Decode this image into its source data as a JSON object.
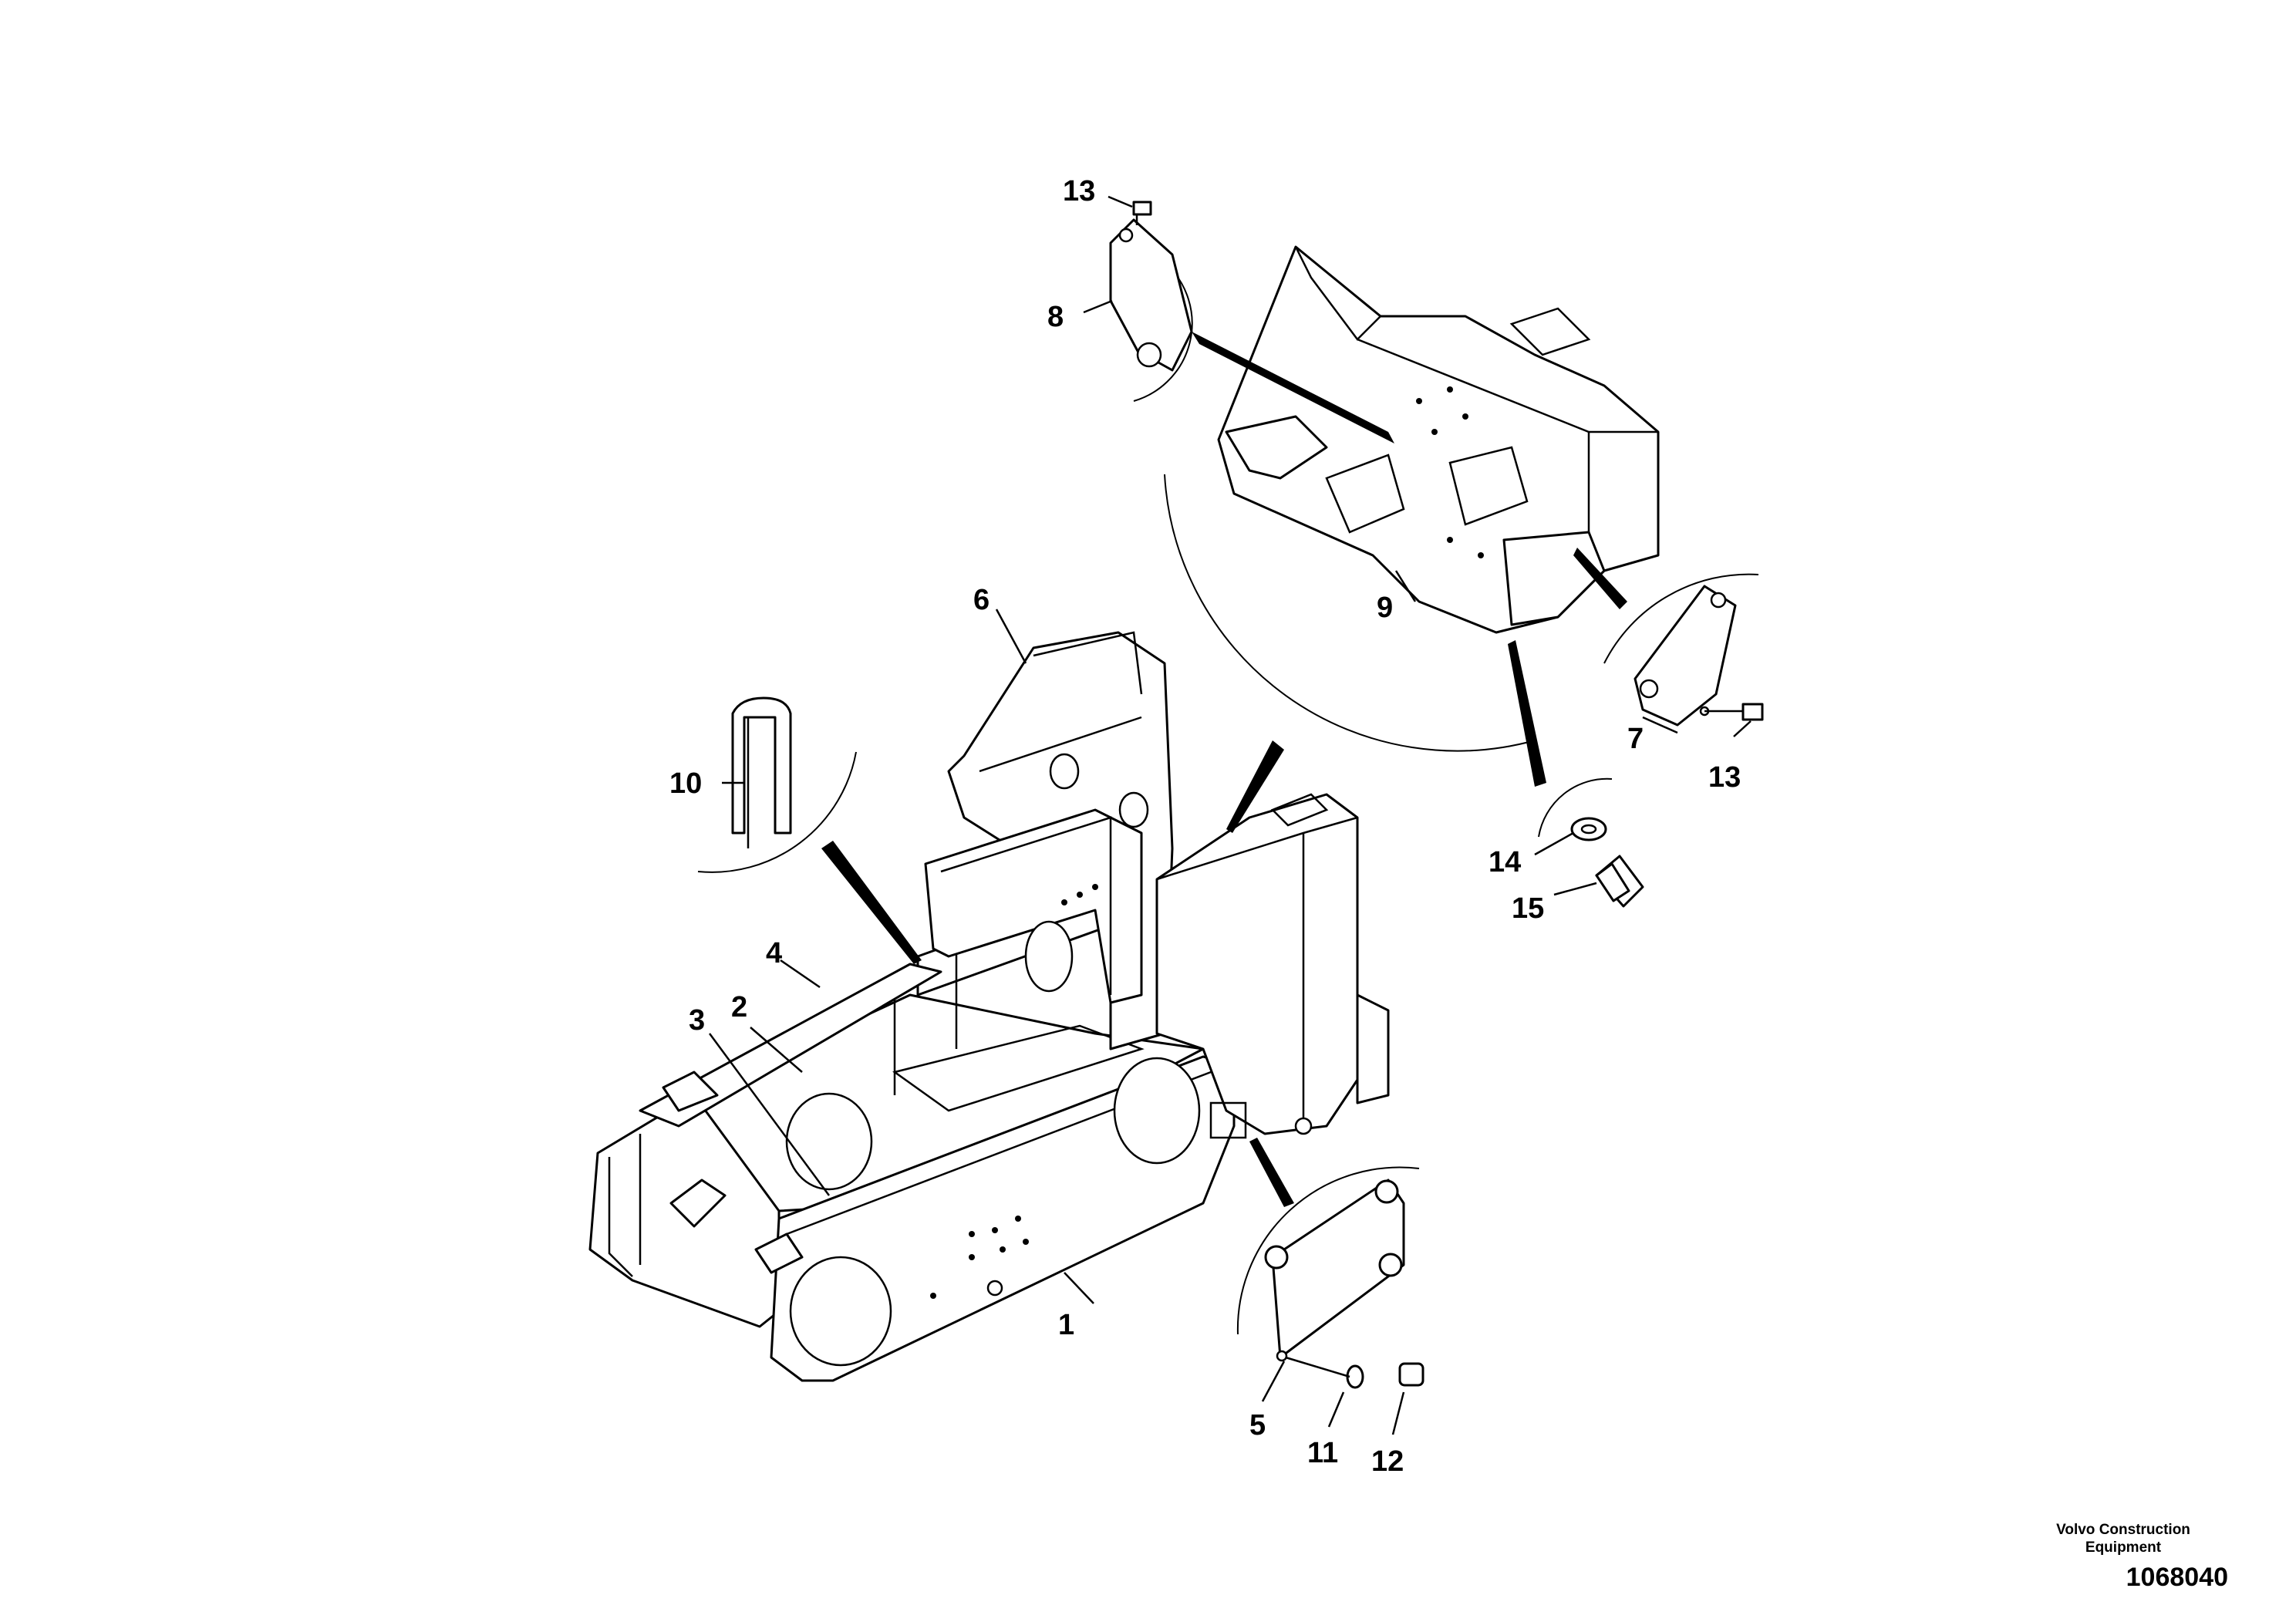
{
  "diagram": {
    "callouts": {
      "c1": "1",
      "c2": "2",
      "c3": "3",
      "c4": "4",
      "c5": "5",
      "c6": "6",
      "c7": "7",
      "c8": "8",
      "c9": "9",
      "c10": "10",
      "c11": "11",
      "c12": "12",
      "c13a": "13",
      "c13b": "13",
      "c14": "14",
      "c15": "15"
    }
  },
  "footer": {
    "company_line1": "Volvo Construction",
    "company_line2": "Equipment",
    "drawing_number": "1068040"
  }
}
